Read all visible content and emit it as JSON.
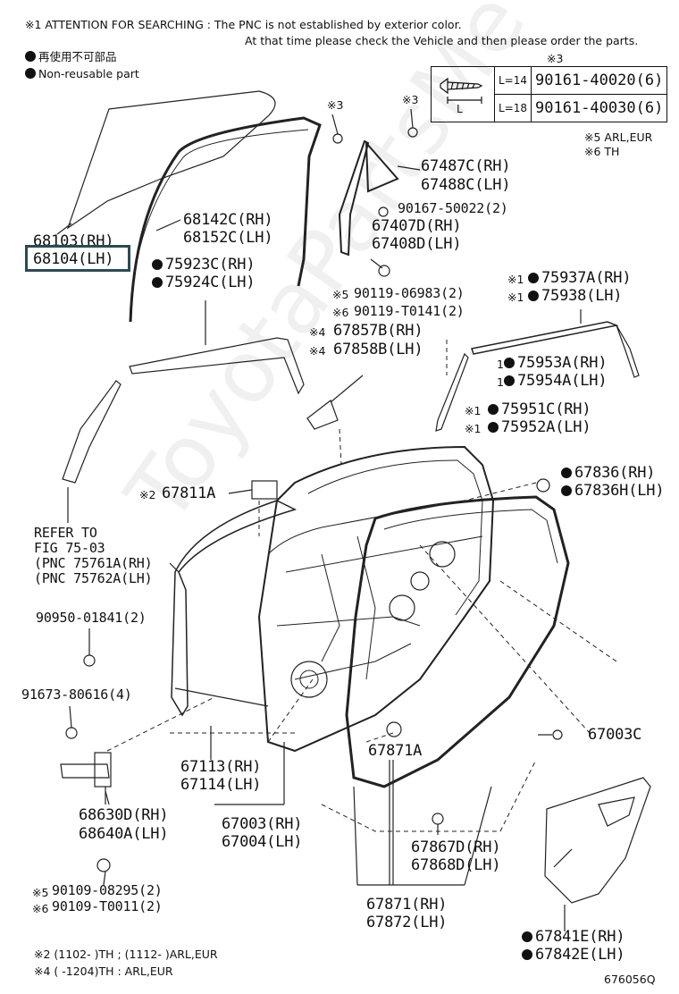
{
  "header": {
    "attention_line1": "※1 ATTENTION FOR SEARCHING : The PNC is not established by exterior color.",
    "attention_line2": "At that time please check the Vehicle and then please order the parts.",
    "legend_jp": "再使用不可部品",
    "legend_en": "Non-reusable part"
  },
  "screw_table": {
    "ref": "※3",
    "dim_label": "L",
    "rows": [
      {
        "length": "L=14",
        "part": "90161-40020(6)"
      },
      {
        "length": "L=18",
        "part": "90161-40030(6)"
      }
    ],
    "note5": "※5 ARL,EUR",
    "note6": "※6 TH"
  },
  "labels": {
    "ref3a": "※3",
    "ref3b": "※3",
    "p67487": "67487C(RH)",
    "p67488": "67488C(LH)",
    "p90167": "90167-50022(2)",
    "p67407": "67407D(RH)",
    "p67408": "67408D(LH)",
    "p68103": "68103(RH)",
    "p68104": "68104(LH)",
    "p68142": "68142C(RH)",
    "p68152": "68152C(LH)",
    "p75923": "75923C(RH)",
    "p75924": "75924C(LH)",
    "p90119a": "90119-06983(2)",
    "p90119b": "90119-T0141(2)",
    "ref5a": "※5",
    "ref6a": "※6",
    "p67857": "67857B(RH)",
    "p67858": "67858B(LH)",
    "ref4a": "※4",
    "ref4b": "※4",
    "p75937": "75937A(RH)",
    "p75938": "75938(LH)",
    "ref1a": "※1",
    "ref1b": "※1",
    "p75953": "75953A(RH)",
    "p75954": "75954A(LH)",
    "ref1c": "1",
    "ref1d": "1",
    "p75951": "75951C(RH)",
    "p75952": "75952A(LH)",
    "ref1e": "※1",
    "ref1f": "※1",
    "p67836a": "67836(RH)",
    "p67836h": "67836H(LH)",
    "ref2": "※2",
    "p67811": "67811A",
    "refer1": "REFER TO",
    "refer2": "FIG 75-03",
    "refer3": "(PNC 75761A(RH)",
    "refer4": "(PNC 75762A(LH)",
    "p90950": "90950-01841(2)",
    "p91673": "91673-80616(4)",
    "p67003c": "67003C",
    "p67871a": "67871A",
    "p67113": "67113(RH)",
    "p67114": "67114(LH)",
    "p68630": "68630D(RH)",
    "p68640": "68640A(LH)",
    "p67003": "67003(RH)",
    "p67004": "67004(LH)",
    "p67867": "67867D(RH)",
    "p67868": "67868D(LH)",
    "p90109a": "90109-08295(2)",
    "p90109b": "90109-T0011(2)",
    "ref5b": "※5",
    "ref6b": "※6",
    "p67871": "67871(RH)",
    "p67872": "67872(LH)",
    "p67841": "67841E(RH)",
    "p67842": "67842E(LH)"
  },
  "footnotes": {
    "note2": "※2 (1102-         )TH ; (1112-         )ARL,EUR",
    "note4": "※4 (         -1204)TH : ARL,EUR",
    "illustration_code": "676056Q"
  },
  "watermark": "ToyotaPartsMe"
}
